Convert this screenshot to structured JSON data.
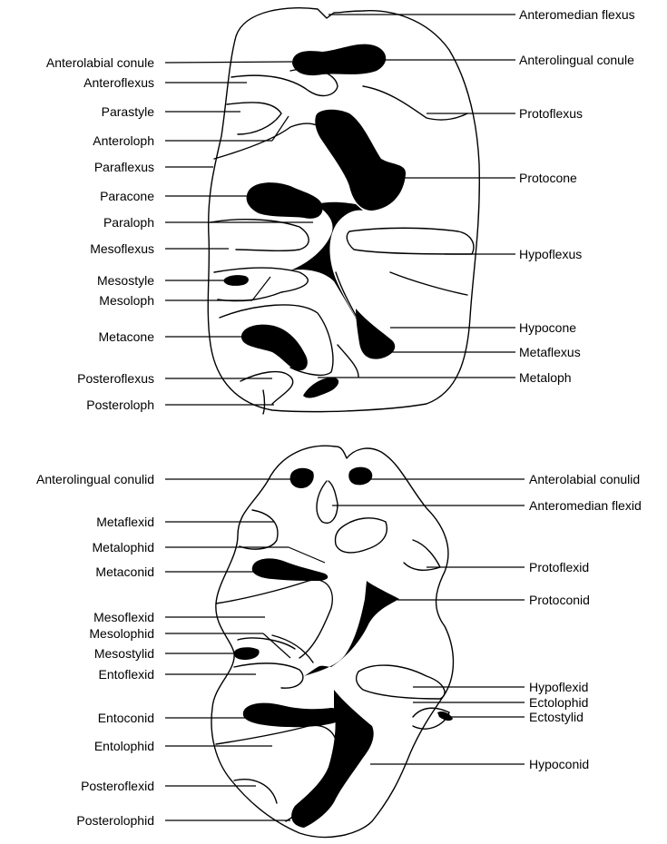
{
  "upper_tooth": {
    "left_labels": [
      "Anterolabial conule",
      "Anteroflexus",
      "Parastyle",
      "Anteroloph",
      "Paraflexus",
      "Paracone",
      "Paraloph",
      "Mesoflexus",
      "Mesostyle",
      "Mesoloph",
      "Metacone",
      "Posteroflexus",
      "Posteroloph"
    ],
    "right_labels": [
      "Anteromedian  flexus",
      "Anterolingual  conule",
      "Protoflexus",
      "Protocone",
      "Hypoflexus",
      "Hypocone",
      "Metaflexus",
      "Metaloph"
    ]
  },
  "lower_tooth": {
    "left_labels": [
      "Anterolingual  conulid",
      "Metaflexid",
      "Metalophid",
      "Metaconid",
      "Mesoflexid",
      "Mesolophid",
      "Mesostylid",
      "Entoflexid",
      "Entoconid",
      "Entolophid",
      "Posteroflexid",
      "Posterolophid"
    ],
    "right_labels": [
      "Anterolabial conulid",
      "Anteromedian  flexid",
      "Protoflexid",
      "Protoconid",
      "Hypoflexid",
      "Ectolophid",
      "Ectostylid",
      "Hypoconid"
    ]
  }
}
